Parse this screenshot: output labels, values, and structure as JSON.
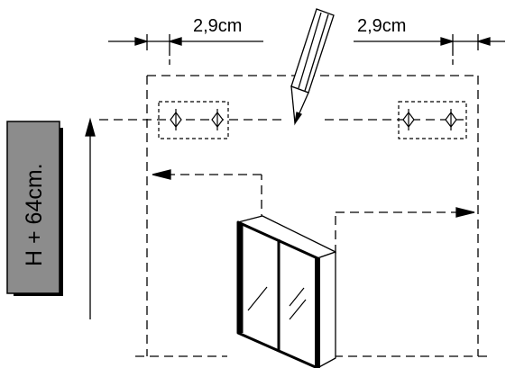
{
  "dimensions": {
    "left_offset": "2,9cm",
    "right_offset": "2,9cm",
    "mount_height": "H + 64cm."
  },
  "colors": {
    "line": "#000000",
    "height_label_fill": "#8c8c8c",
    "height_label_shadow": "#000000",
    "cabinet_edge": "#1a1a1a"
  },
  "icons": {
    "tool": "pencil-icon",
    "product": "mirror-cabinet-icon"
  }
}
